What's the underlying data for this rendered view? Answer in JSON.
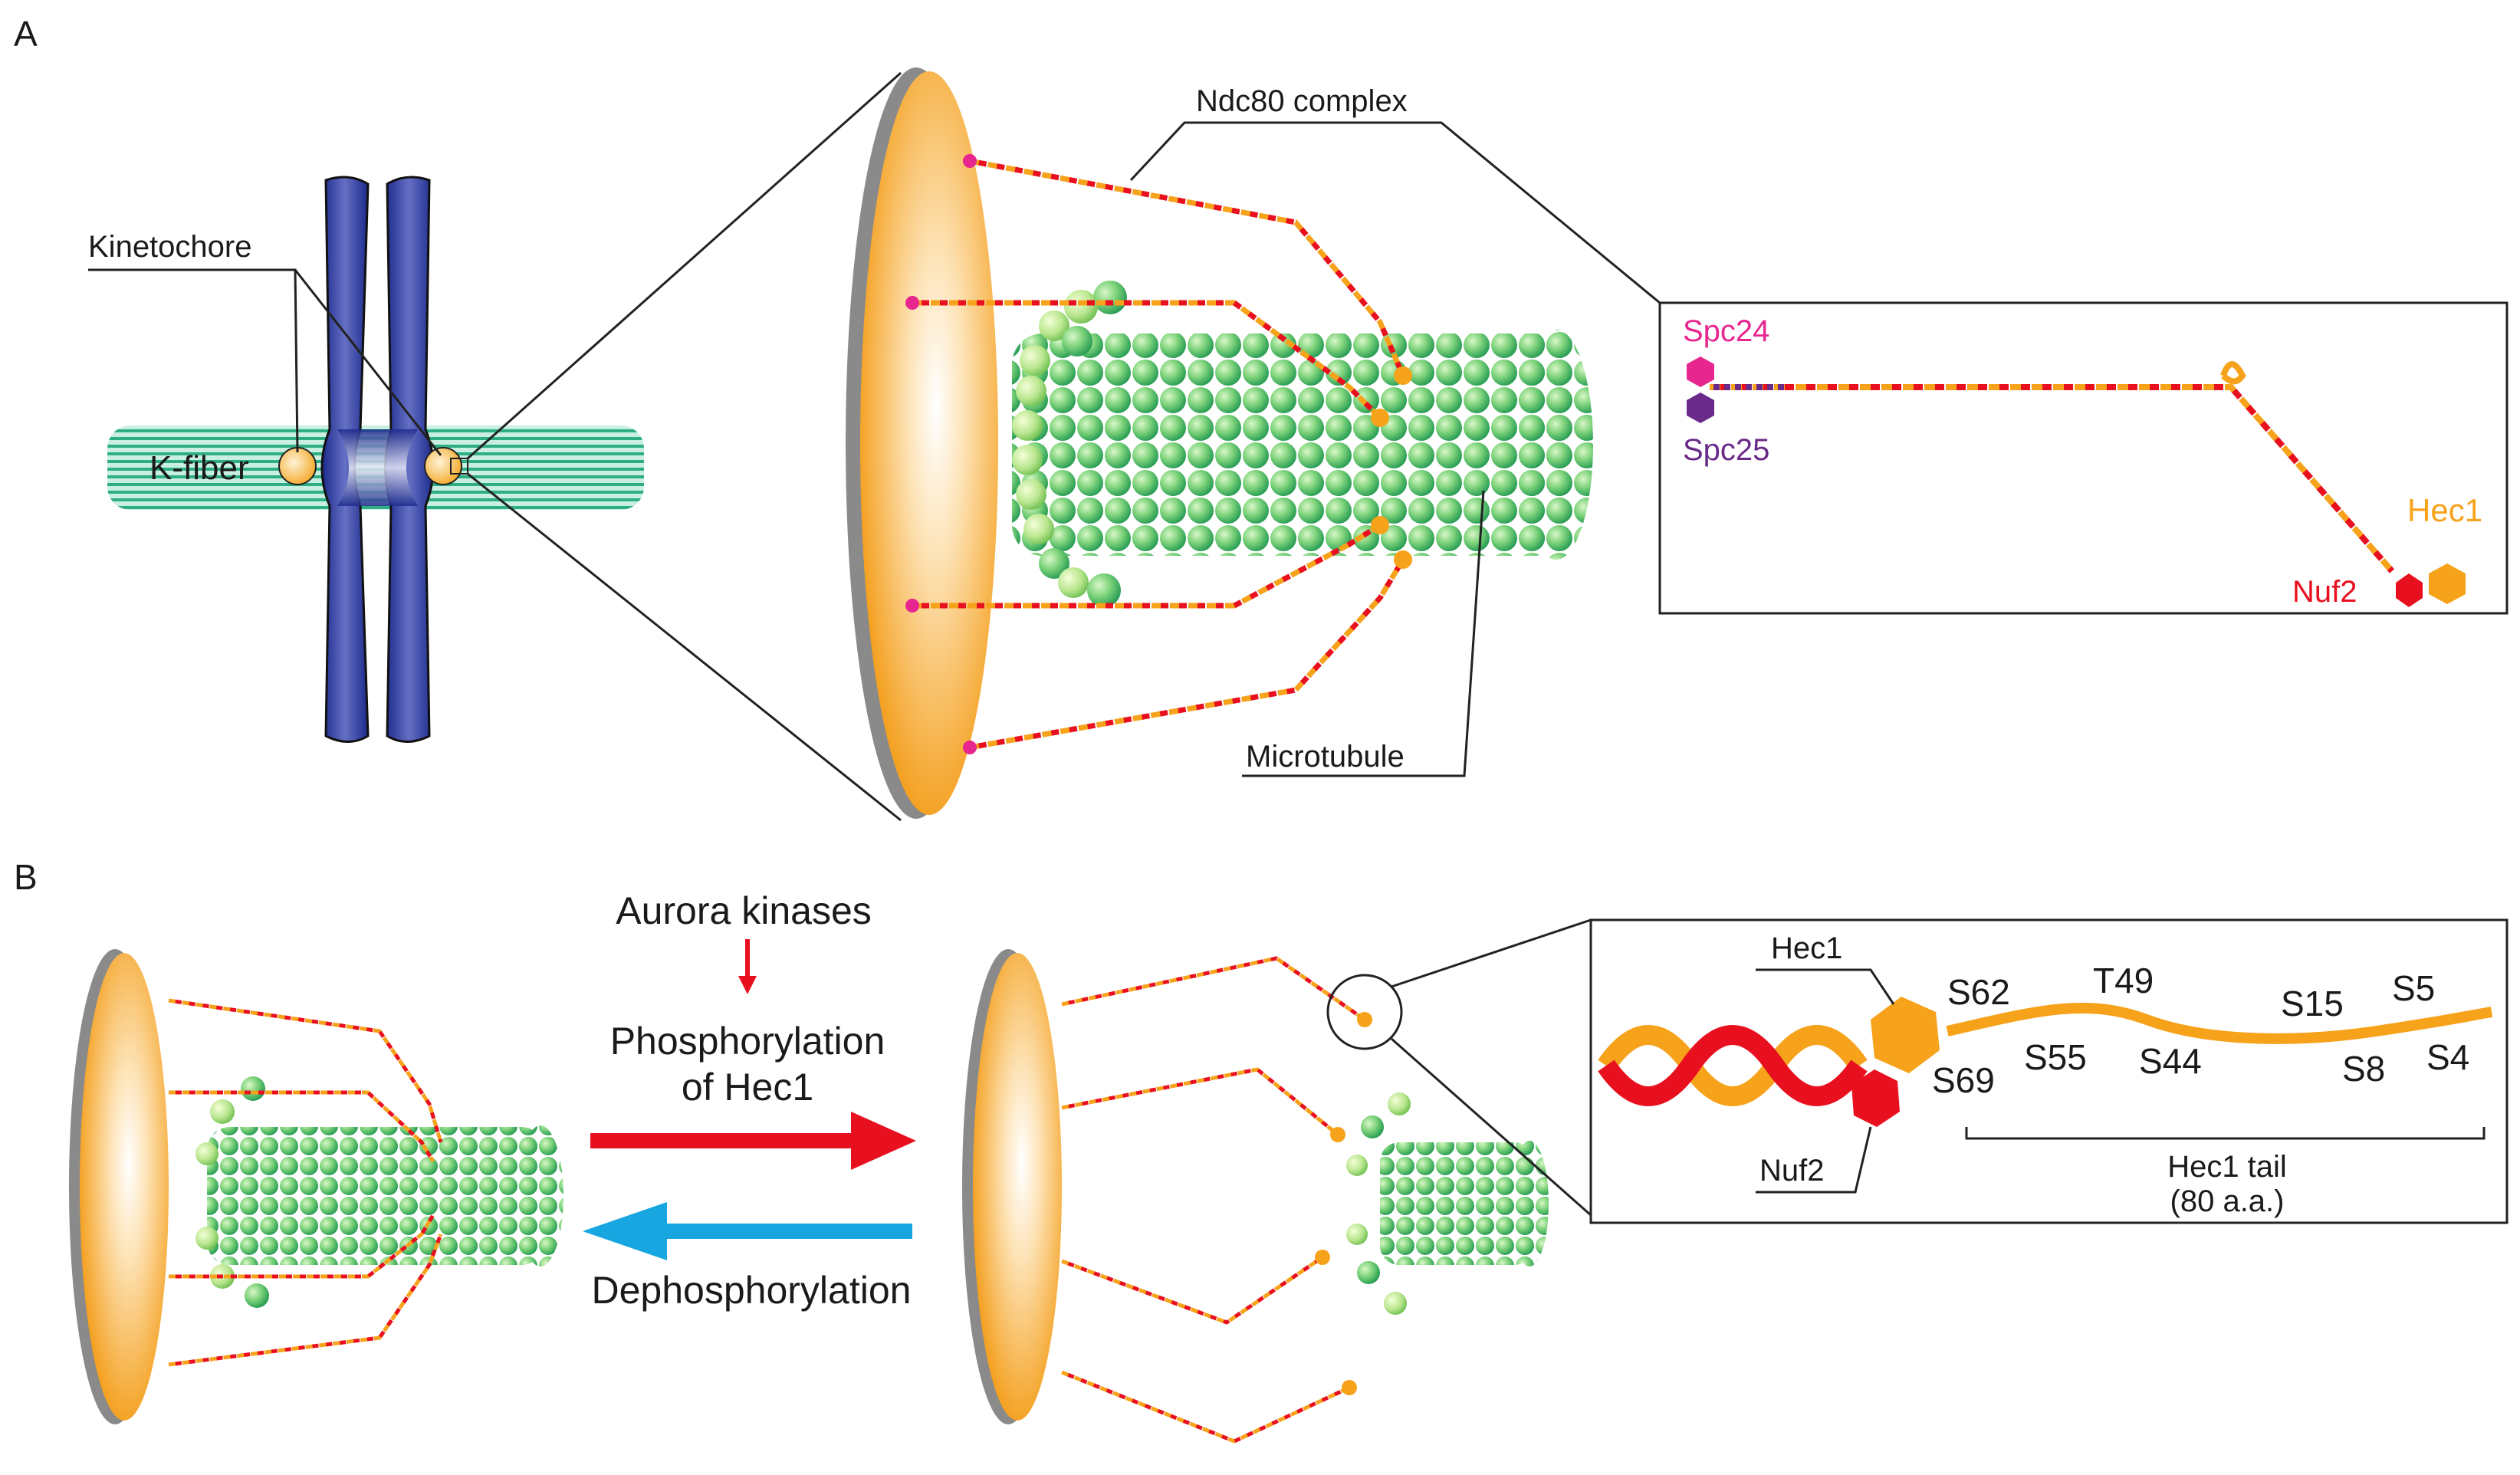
{
  "panels": {
    "a": "A",
    "b": "B"
  },
  "panel_a": {
    "kinetochore_label": "Kinetochore",
    "kfiber_label": "K-fiber",
    "ndc80_label": "Ndc80 complex",
    "microtubule_label": "Microtubule",
    "inset": {
      "spc24": "Spc24",
      "spc25": "Spc25",
      "hec1": "Hec1",
      "nuf2": "Nuf2"
    }
  },
  "panel_b": {
    "aurora_label": "Aurora kinases",
    "phos_line1": "Phosphorylation",
    "phos_line2": "of Hec1",
    "dephos_label": "Dephosphorylation",
    "inset": {
      "hec1": "Hec1",
      "nuf2": "Nuf2",
      "sites": [
        "S62",
        "T49",
        "S15",
        "S5",
        "S69",
        "S55",
        "S44",
        "S8",
        "S4"
      ],
      "tail_line1": "Hec1 tail",
      "tail_line2": "(80 a.a.)"
    }
  },
  "colors": {
    "chromosome": "#1c2a8c",
    "kinetochore": "#f3a21a",
    "kfiber": "#2fae86",
    "plate": "#f39a12",
    "hec1": "#f7a21b",
    "nuf2": "#e8101f",
    "spc24": "#e8268f",
    "spc25": "#6a2a8a",
    "microtubule": "#4fc46f",
    "arrow_phos": "#e8101f",
    "arrow_dephos": "#17a6e0"
  }
}
